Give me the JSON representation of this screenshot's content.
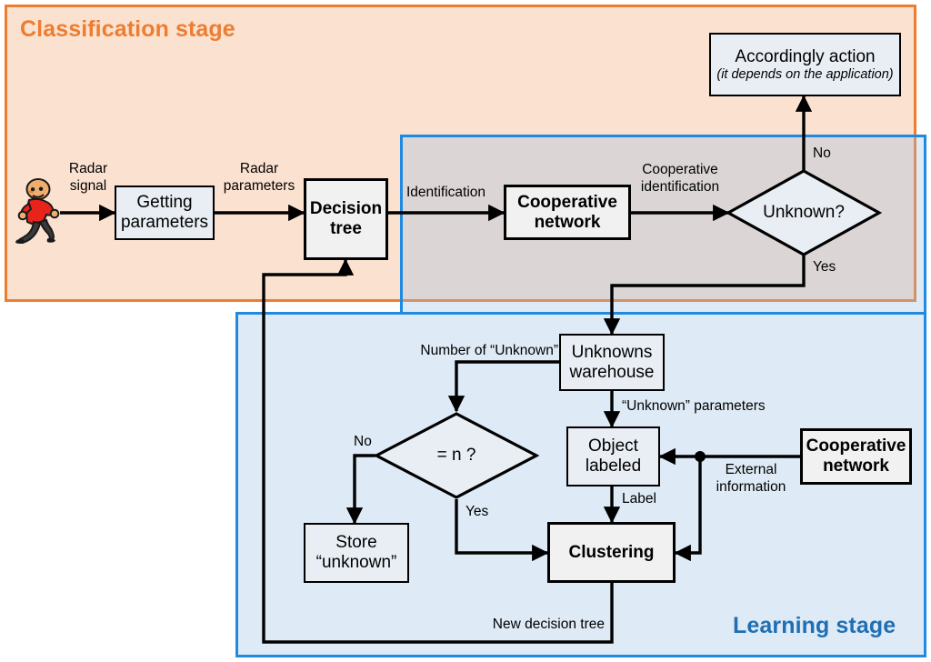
{
  "diagram": {
    "title": "Radar classification and learning stage flowchart",
    "stages": {
      "classification": {
        "label": "Classification stage",
        "color": "#ED7D31",
        "fill": "#FBE2D0"
      },
      "learning": {
        "label": "Learning stage",
        "color": "#1F6FB4",
        "border": "#1F8AE0",
        "fill": "#DCE6F1"
      }
    },
    "nodes": {
      "person": {
        "name": "walking-person-icon",
        "shirt_color": "#E8231A",
        "pants_color": "#3A3A3A",
        "skin_color": "#EFAE6F"
      },
      "getting_parameters": {
        "label": "Getting\nparameters",
        "line1": "Getting",
        "line2": "parameters"
      },
      "decision_tree": {
        "label": "Decision\ntree",
        "line1": "Decision",
        "line2": "tree"
      },
      "cooperative_network_top": {
        "label": "Cooperative\nnetwork",
        "line1": "Cooperative",
        "line2": "network"
      },
      "unknown_decision": {
        "label": "Unknown?"
      },
      "accordingly_action": {
        "line1": "Accordingly action",
        "line2": "(it depends on the application)"
      },
      "unknowns_warehouse": {
        "label": "Unknowns\nwarehouse",
        "line1": "Unknowns",
        "line2": "warehouse"
      },
      "n_decision": {
        "label": "= n ?"
      },
      "store_unknown": {
        "line1": "Store",
        "line2": "“unknown”"
      },
      "object_labeled": {
        "line1": "Object",
        "line2": "labeled"
      },
      "clustering": {
        "label": "Clustering"
      },
      "cooperative_network_bottom": {
        "line1": "Cooperative",
        "line2": "network"
      }
    },
    "edge_labels": {
      "radar_signal": "Radar\nsignal",
      "radar_parameters": "Radar\nparameters",
      "identification": "Identification",
      "cooperative_identification": "Cooperative\nidentification",
      "unknown_no": "No",
      "unknown_yes": "Yes",
      "number_of_unknown": "Number of “Unknown”",
      "unknown_parameters": "“Unknown” parameters",
      "n_no": "No",
      "n_yes": "Yes",
      "label": "Label",
      "external_information": "External\ninformation",
      "new_decision_tree": "New decision tree"
    }
  }
}
